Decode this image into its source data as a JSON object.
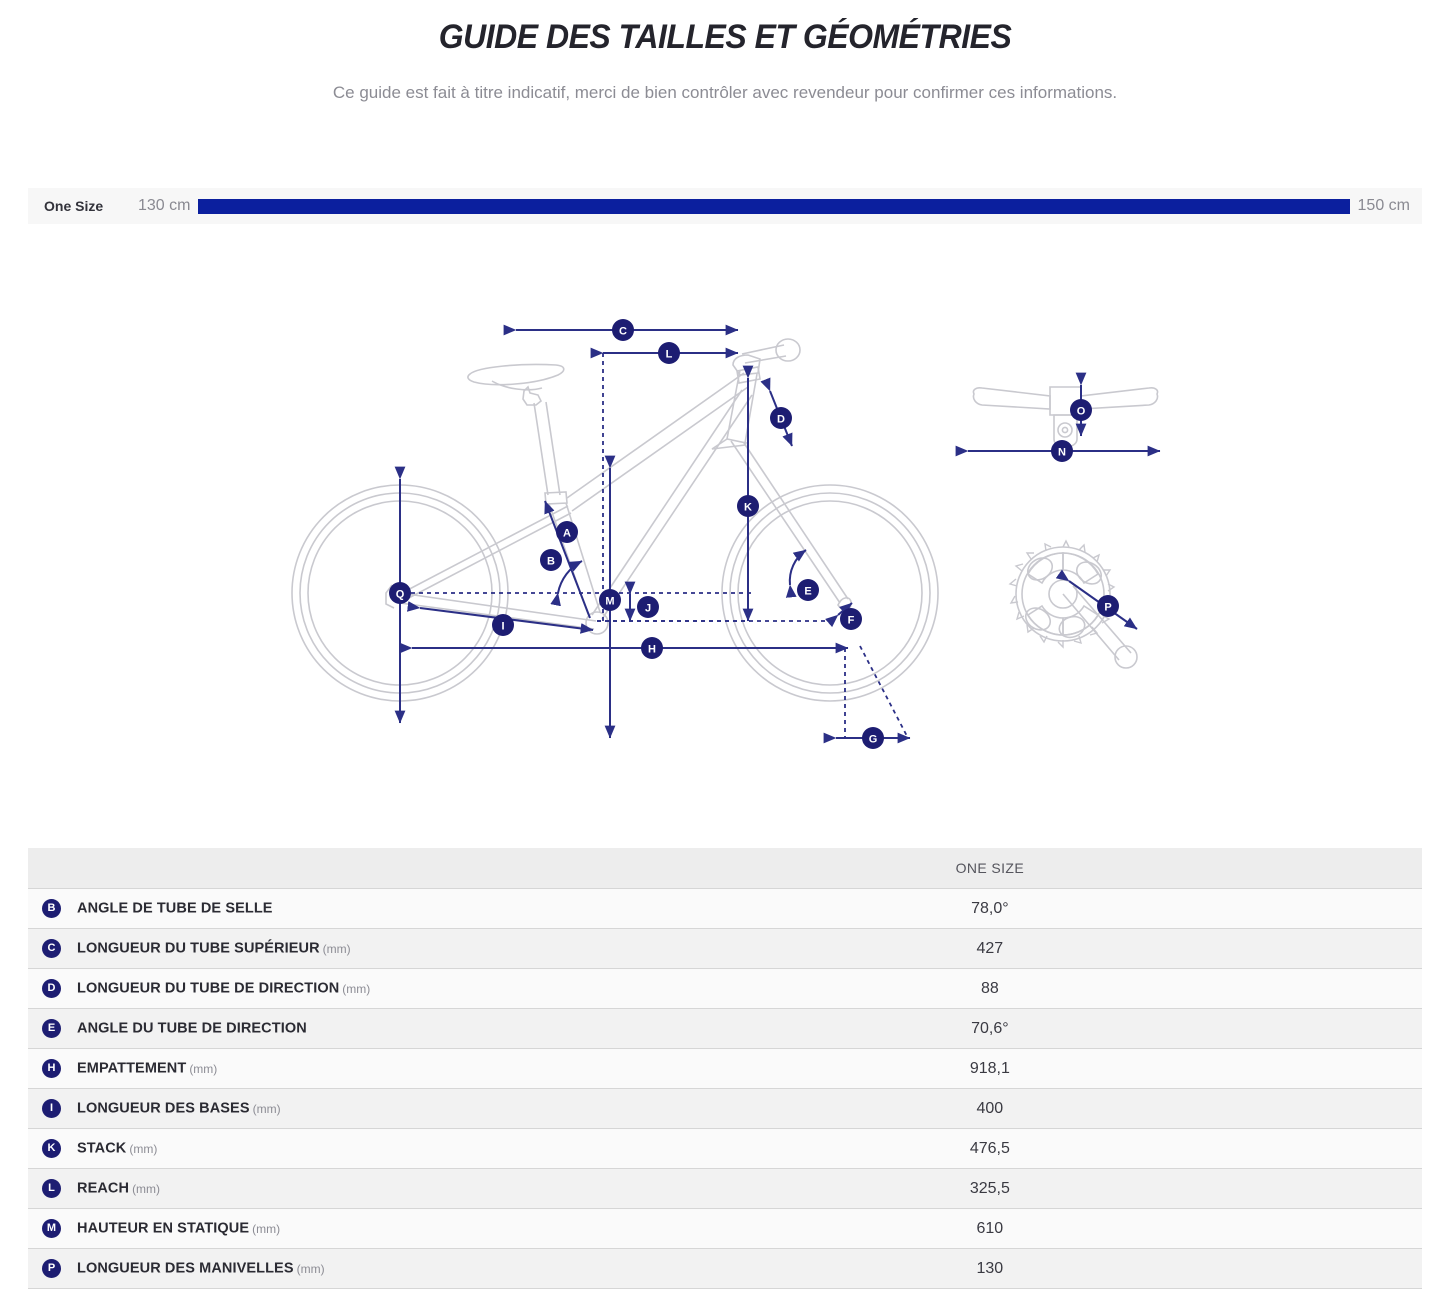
{
  "header": {
    "title": "GUIDE DES TAILLES ET GÉOMÉTRIES",
    "subtitle": "Ce guide est fait à titre indicatif, merci de bien contrôler avec revendeur pour confirmer ces informations."
  },
  "size_band": {
    "label": "One Size",
    "min": "130 cm",
    "max": "150 cm"
  },
  "colors": {
    "accent_bar": "#0b1f9e",
    "badge": "#1d1d72",
    "diagram_line": "#2b2f86",
    "diagram_frame": "#c9c9cf",
    "header_row": "#ededed",
    "row_odd": "#fafafa",
    "row_even": "#f2f2f2"
  },
  "diagram": {
    "markers": [
      {
        "letter": "A",
        "name": "seat-tube-length"
      },
      {
        "letter": "B",
        "name": "seat-tube-angle"
      },
      {
        "letter": "C",
        "name": "top-tube-length"
      },
      {
        "letter": "D",
        "name": "head-tube-length"
      },
      {
        "letter": "E",
        "name": "head-tube-angle"
      },
      {
        "letter": "F",
        "name": "fork-offset"
      },
      {
        "letter": "G",
        "name": "trail"
      },
      {
        "letter": "H",
        "name": "wheelbase"
      },
      {
        "letter": "I",
        "name": "chainstay-length"
      },
      {
        "letter": "J",
        "name": "bottom-bracket-drop"
      },
      {
        "letter": "K",
        "name": "stack"
      },
      {
        "letter": "L",
        "name": "reach"
      },
      {
        "letter": "M",
        "name": "standover-height"
      },
      {
        "letter": "N",
        "name": "handlebar-width"
      },
      {
        "letter": "O",
        "name": "handlebar-rise"
      },
      {
        "letter": "P",
        "name": "crank-length"
      },
      {
        "letter": "Q",
        "name": "wheel-diameter"
      }
    ]
  },
  "table": {
    "columns": [
      "",
      "ONE SIZE"
    ],
    "rows": [
      {
        "badge": "B",
        "name": "ANGLE DE TUBE DE SELLE",
        "unit": "",
        "value": "78,0°"
      },
      {
        "badge": "C",
        "name": "LONGUEUR DU TUBE SUPÉRIEUR",
        "unit": "(mm)",
        "value": "427"
      },
      {
        "badge": "D",
        "name": "LONGUEUR DU TUBE DE DIRECTION",
        "unit": "(mm)",
        "value": "88"
      },
      {
        "badge": "E",
        "name": "ANGLE DU TUBE DE DIRECTION",
        "unit": "",
        "value": "70,6°"
      },
      {
        "badge": "H",
        "name": "EMPATTEMENT",
        "unit": "(mm)",
        "value": "918,1"
      },
      {
        "badge": "I",
        "name": "LONGUEUR DES BASES",
        "unit": "(mm)",
        "value": "400"
      },
      {
        "badge": "K",
        "name": "STACK",
        "unit": "(mm)",
        "value": "476,5"
      },
      {
        "badge": "L",
        "name": "REACH",
        "unit": "(mm)",
        "value": "325,5"
      },
      {
        "badge": "M",
        "name": "HAUTEUR EN STATIQUE",
        "unit": "(mm)",
        "value": "610"
      },
      {
        "badge": "P",
        "name": "LONGUEUR DES MANIVELLES",
        "unit": "(mm)",
        "value": "130"
      }
    ]
  }
}
